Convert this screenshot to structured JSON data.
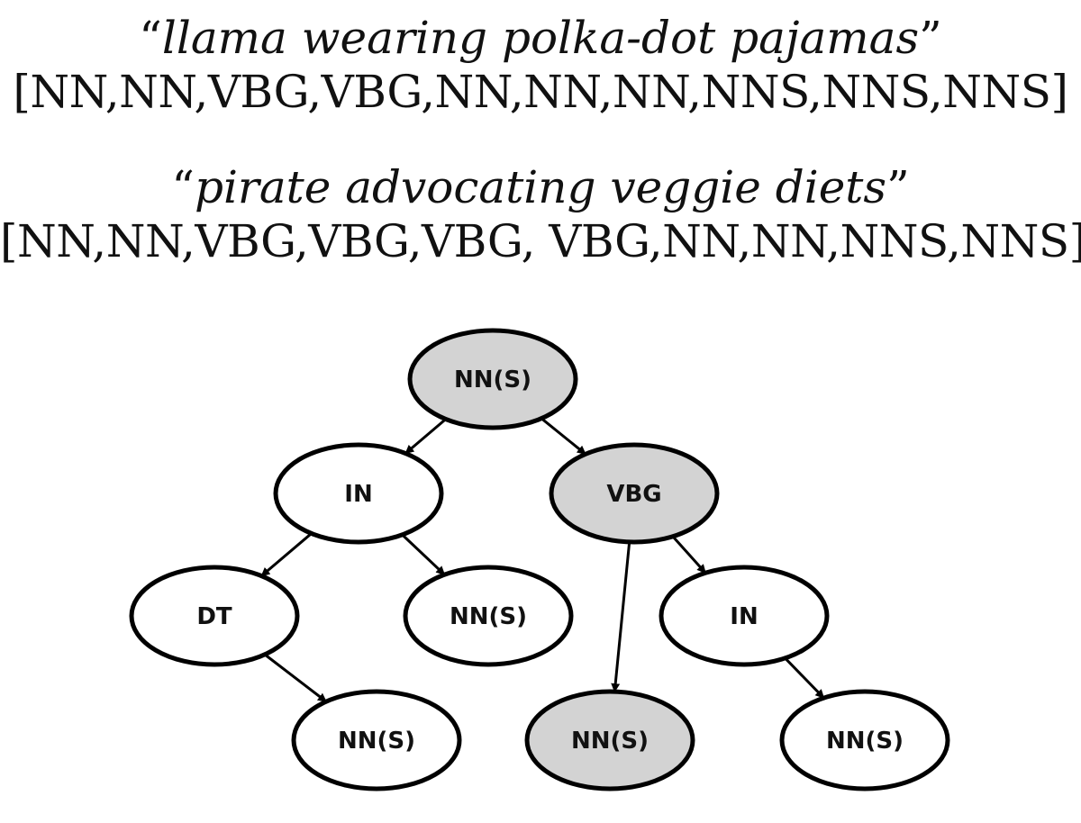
{
  "examples": [
    {
      "open_quote": "“",
      "phrase": "llama wearing polka-dot pajamas",
      "close_quote": "”",
      "tags": "[NN,NN,VBG,VBG,NN,NN,NN,NNS,NNS,NNS]"
    },
    {
      "open_quote": "“",
      "phrase": "pirate advocating veggie diets",
      "close_quote": "”",
      "tags": "[NN,NN,VBG,VBG,VBG, VBG,NN,NN,NNS,NNS]"
    }
  ],
  "tree": {
    "colors": {
      "highlight_fill": "#d3d3d3",
      "plain_fill": "#ffffff",
      "stroke": "#000000"
    },
    "nodes": [
      {
        "id": "root",
        "label": "NN(S)",
        "highlighted": true
      },
      {
        "id": "in-left",
        "label": "IN",
        "highlighted": false
      },
      {
        "id": "vbg",
        "label": "VBG",
        "highlighted": true
      },
      {
        "id": "dt",
        "label": "DT",
        "highlighted": false
      },
      {
        "id": "nns-mid",
        "label": "NN(S)",
        "highlighted": false
      },
      {
        "id": "in-right",
        "label": "IN",
        "highlighted": false
      },
      {
        "id": "nns-dt-child",
        "label": "NN(S)",
        "highlighted": false
      },
      {
        "id": "nns-vbg-child",
        "label": "NN(S)",
        "highlighted": true
      },
      {
        "id": "nns-in-child",
        "label": "NN(S)",
        "highlighted": false
      }
    ],
    "edges": [
      {
        "from": "root",
        "to": "in-left"
      },
      {
        "from": "root",
        "to": "vbg"
      },
      {
        "from": "in-left",
        "to": "dt"
      },
      {
        "from": "in-left",
        "to": "nns-mid"
      },
      {
        "from": "vbg",
        "to": "nns-vbg-child"
      },
      {
        "from": "vbg",
        "to": "in-right"
      },
      {
        "from": "dt",
        "to": "nns-dt-child"
      },
      {
        "from": "in-right",
        "to": "nns-in-child"
      }
    ]
  }
}
